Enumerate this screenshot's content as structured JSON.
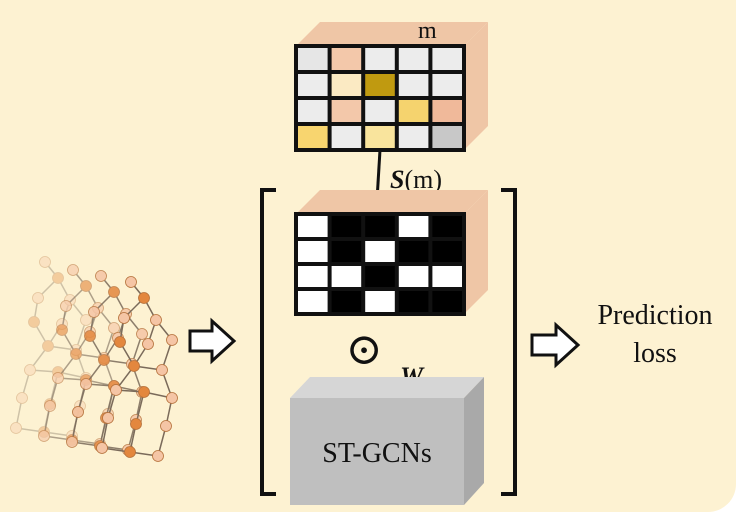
{
  "labels": {
    "mask_param": "m",
    "sparsify_fn": "S",
    "sparsify_arg": "(m)",
    "hadamard_symbol": "⊙",
    "weights": "W",
    "backbone": "ST-GCNs",
    "output_line1": "Prediction",
    "output_line2": "loss"
  },
  "colors": {
    "panel_background": "#fdf2d2",
    "cuboid_side": "#efc6a6",
    "backbone_box": "#bfbfbf"
  },
  "score_matrix": [
    [
      "#e6e6e6",
      "#f3c8aa",
      "#ececec",
      "#ececec",
      "#ececec"
    ],
    [
      "#ececec",
      "#fbeac3",
      "#c09a10",
      "#ececec",
      "#ececec"
    ],
    [
      "#ececec",
      "#f3c8aa",
      "#ececec",
      "#f5d36e",
      "#f0b99a"
    ],
    [
      "#f8d56f",
      "#ececec",
      "#f9e49d",
      "#ececec",
      "#c8c8c8"
    ]
  ],
  "binary_mask": [
    [
      0,
      1,
      1,
      0,
      1
    ],
    [
      0,
      1,
      0,
      1,
      1
    ],
    [
      0,
      0,
      1,
      0,
      0
    ],
    [
      0,
      1,
      0,
      1,
      1
    ]
  ]
}
